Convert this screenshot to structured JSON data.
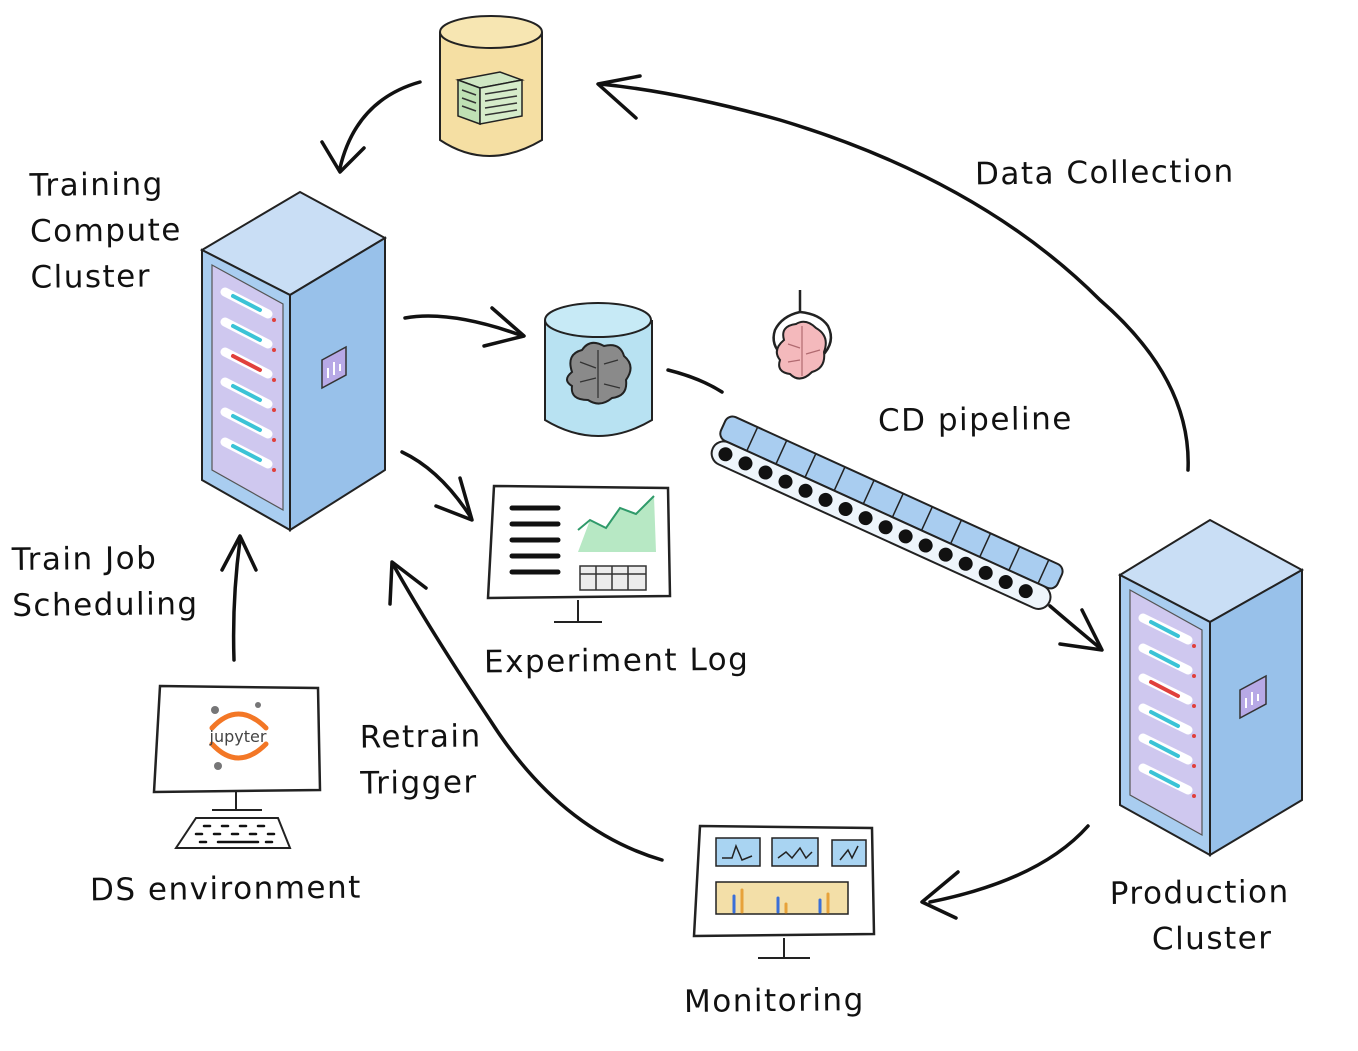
{
  "labels": {
    "training_cluster": [
      "Training",
      "Compute",
      "Cluster"
    ],
    "data_collection": "Data Collection",
    "cd_pipeline": "CD pipeline",
    "train_job_scheduling": [
      "Train Job",
      "Scheduling"
    ],
    "experiment_log": "Experiment Log",
    "retrain_trigger": [
      "Retrain",
      "Trigger"
    ],
    "ds_environment": "DS environment",
    "production_cluster": [
      "Production",
      "Cluster"
    ],
    "monitoring": "Monitoring",
    "jupyter_logo_text": "jupyter"
  },
  "icons": {
    "data_store": "database-cylinder-icon",
    "model_store": "brain-cylinder-icon",
    "training_server": "server-rack-icon",
    "production_server": "server-rack-icon",
    "experiment_monitor": "dashboard-monitor-icon",
    "monitoring_monitor": "monitoring-dashboard-icon",
    "ds_monitor": "jupyter-monitor-icon",
    "conveyor": "conveyor-belt-icon",
    "crane_claw": "claw-brain-icon"
  },
  "colors": {
    "server_blue": "#a9cdf0",
    "server_front": "#c4dcf5",
    "server_panel": "#cfc8ef",
    "data_yellow": "#f5dfa3",
    "model_cyan": "#b8e2f2",
    "brain_pink": "#f4b9bc",
    "chart_green": "#b7e8c4",
    "monitor_tile": "#a9d4f2",
    "monitor_bar": "#f3dfa8",
    "jupyter_orange": "#f37726",
    "stroke": "#111111"
  }
}
